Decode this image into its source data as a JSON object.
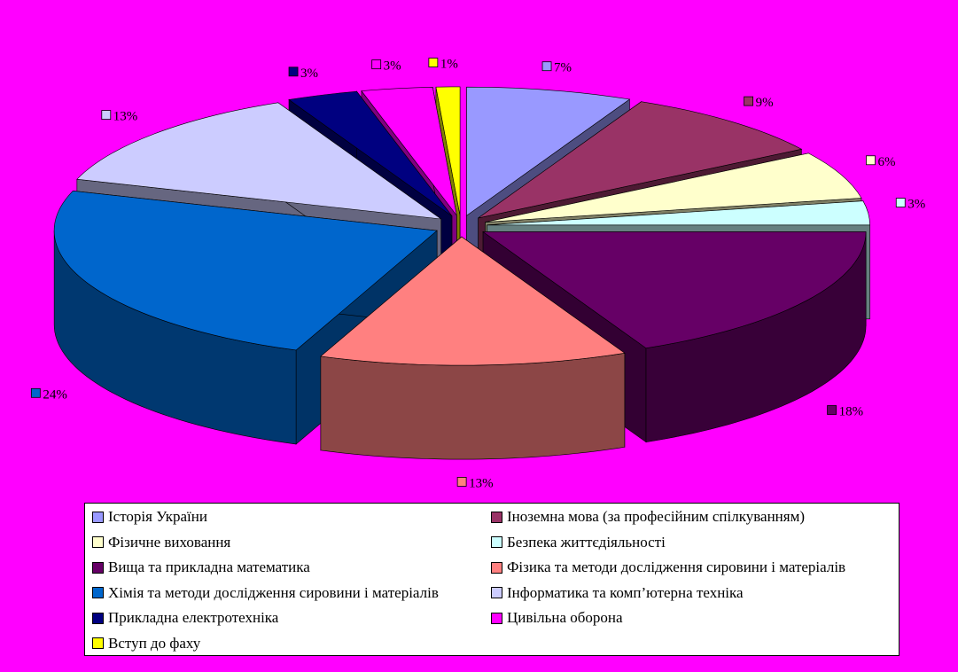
{
  "chart_data": {
    "type": "pie",
    "title": "",
    "style": "3d-exploded",
    "legend_position": "bottom",
    "slices": [
      {
        "label": "Історія України",
        "value": 7,
        "data_label": "7%",
        "color": "#9999FF"
      },
      {
        "label": "Іноземна мова (за професійним спілкуванням)",
        "value": 9,
        "data_label": "9%",
        "color": "#993366"
      },
      {
        "label": "Фізичне виховання",
        "value": 6,
        "data_label": "6%",
        "color": "#FFFFCC"
      },
      {
        "label": "Безпека життєдіяльності",
        "value": 3,
        "data_label": "3%",
        "color": "#CCFFFF"
      },
      {
        "label": "Вища та прикладна математика",
        "value": 18,
        "data_label": "18%",
        "color": "#660066"
      },
      {
        "label": "Фізика та методи дослідження сировини і матеріалів",
        "value": 13,
        "data_label": "13%",
        "color": "#FF8080"
      },
      {
        "label": "Хімія та методи дослідження сировини і матеріалів",
        "value": 24,
        "data_label": "24%",
        "color": "#0066CC"
      },
      {
        "label": "Інформатика та комп’ютерна техніка",
        "value": 13,
        "data_label": "13%",
        "color": "#CCCCFF"
      },
      {
        "label": "Прикладна електротехніка",
        "value": 3,
        "data_label": "3%",
        "color": "#000080"
      },
      {
        "label": "Цивільна оборона",
        "value": 3,
        "data_label": "3%",
        "color": "#FF00FF"
      },
      {
        "label": "Вступ до фаху",
        "value": 1,
        "data_label": "1%",
        "color": "#FFFF00"
      }
    ]
  }
}
